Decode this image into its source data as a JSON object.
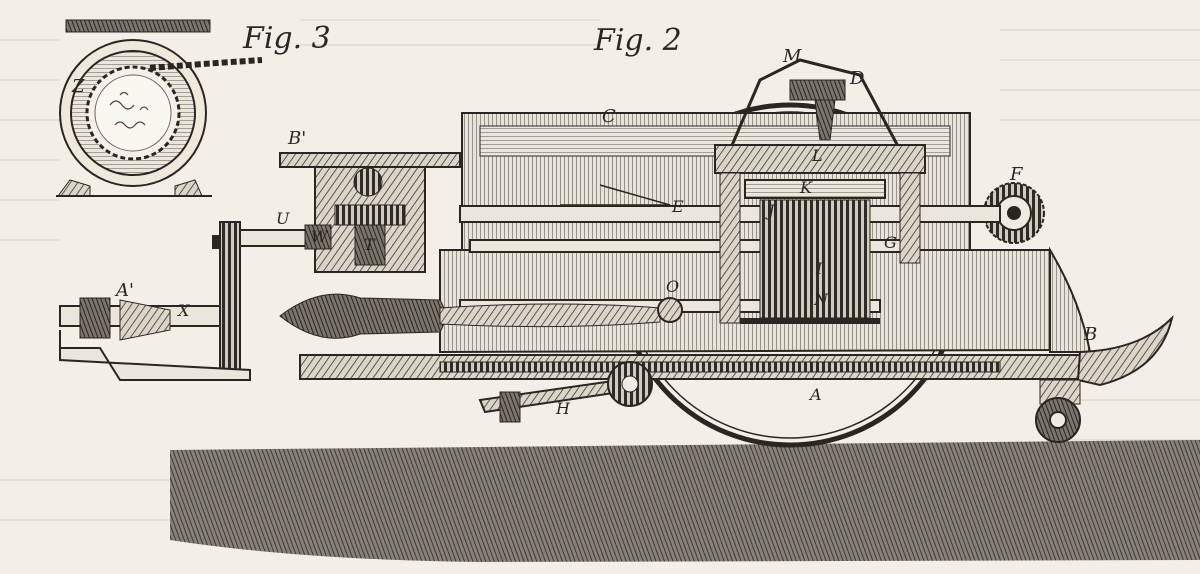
{
  "figures": [
    {
      "id": "fig3",
      "title": "Fig. 3"
    },
    {
      "id": "fig2",
      "title": "Fig. 2"
    }
  ],
  "labels": {
    "fig3": [
      "Z"
    ],
    "fig2": [
      "M",
      "D",
      "C",
      "B'",
      "F",
      "E",
      "L",
      "K",
      "J",
      "G",
      "I",
      "U",
      "W",
      "T",
      "A'",
      "X",
      "O",
      "N",
      "B",
      "H",
      "A"
    ]
  },
  "colors": {
    "paper": "#f3efe6",
    "ink": "#2a2622",
    "shade": "#8a8378",
    "ground": "#6f6a62"
  }
}
